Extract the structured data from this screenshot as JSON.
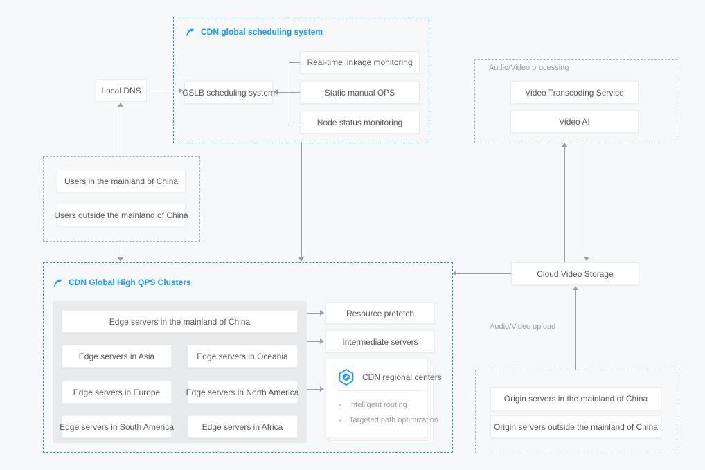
{
  "colors": {
    "background": "#f6f8f9",
    "accent_blue": "#149bfb",
    "gray_dash": "#aeb1b6",
    "panel_gray": "#e9eaec",
    "arrow_gray": "#9aa0a5",
    "node_text": "#56595e",
    "muted_text": "#9aa0a6"
  },
  "scheduling": {
    "title": "CDN global scheduling system"
  },
  "clusters": {
    "title": "CDN Global High QPS Clusters"
  },
  "processing": {
    "label": "Audio/Video processing"
  },
  "upload": {
    "label": "Audio/Video upload"
  },
  "regional": {
    "title": "CDN regional centers",
    "bullets": [
      "Intelligent routing",
      "Targeted path optimization"
    ]
  },
  "nodes": {
    "local_dns": "Local DNS",
    "gslb": "GSLB scheduling system",
    "realtime_monitoring": "Real-time linkage monitoring",
    "static_ops": "Static manual OPS",
    "node_status": "Node status monitoring",
    "users_in": "Users in the mainland of China",
    "users_out": "Users outside the mainland of China",
    "video_transcoding": "Video Transcoding Service",
    "video_ai": "Video AI",
    "cloud_video_storage": "Cloud Video Storage",
    "resource_prefetch": "Resource prefetch",
    "intermediate_servers": "Intermediate servers",
    "edge_mainland_china": "Edge servers in the mainland of China",
    "edge_asia": "Edge servers in Asia",
    "edge_oceania": "Edge servers in Oceania",
    "edge_europe": "Edge servers in Europe",
    "edge_north_america": "Edge servers in North America",
    "edge_south_america": "Edge servers in South America",
    "edge_africa": "Edge servers in Africa",
    "origin_in": "Origin servers in the mainland of China",
    "origin_out": "Origin servers outside the mainland of China"
  }
}
